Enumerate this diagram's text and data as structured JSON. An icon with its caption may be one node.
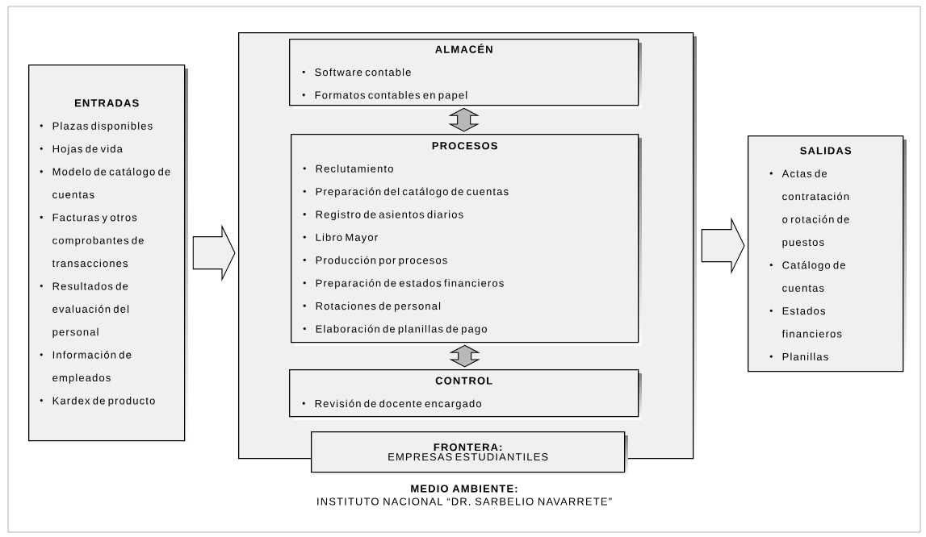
{
  "diagram": {
    "nodes": [
      {
        "text": [
          "ENTRADAS",
          "Plazas disponibles",
          "Hojas de vida",
          "Modelo de catálogo de cuentas",
          "Facturas y otros comprobantes de transacciones",
          "Resultados de evaluación del personal",
          "Información de empleados",
          "Kardex de producto"
        ]
      },
      {
        "text": [],
        "shape": "box"
      },
      {
        "text": [
          "ALMACÉN",
          "Software contable",
          "Formatos contables en papel"
        ],
        "in": 1
      },
      {
        "text": [
          "PROCESOS",
          "Reclutamiento",
          "Preparación del catálogo de cuentas",
          "Registro de asientos diarios",
          "Libro Mayor",
          "Producción por procesos",
          "Preparación de estados financieros",
          "Rotaciones de personal",
          "Elaboración de planillas de pago"
        ],
        "in": 1
      },
      {
        "text": [
          "CONTROL",
          "Revisión de docente encargado"
        ],
        "in": 1
      },
      {
        "text": [
          "FRONTERA:",
          "EMPRESAS ESTUDIANTILES"
        ]
      },
      {
        "text": [
          "SALIDAS",
          "Actas de contratación o rotación de puestos",
          "Catálogo de cuentas",
          "Estados financieros",
          "Planillas"
        ]
      }
    ],
    "edges": [
      {
        "from": 0,
        "to": 1,
        "arrow": "to"
      },
      {
        "from": 1,
        "to": 6,
        "arrow": "to"
      },
      {
        "from": 2,
        "to": 3,
        "arrow": "both"
      },
      {
        "from": 3,
        "to": 4,
        "arrow": "both"
      }
    ],
    "labels": [
      "MEDIO AMBIENTE:",
      "INSTITUTO NACIONAL “DR. SARBELIO NAVARRETE”"
    ]
  }
}
